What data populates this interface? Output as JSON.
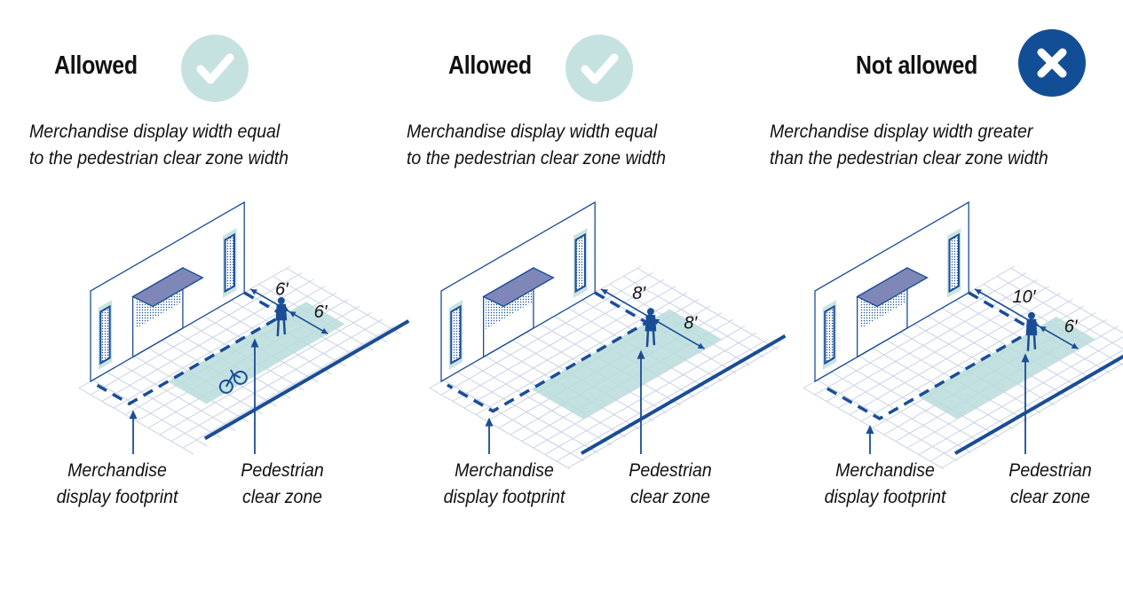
{
  "colors": {
    "primary": "#1a4d96",
    "allowed_badge": "#c6e2e0",
    "not_allowed_badge": "#124e96",
    "clear_zone": "#b9dcdb",
    "grid": "#c8d2e4"
  },
  "panels": [
    {
      "status": "Allowed",
      "status_icon": "check-icon",
      "description_line1": "Merchandise display width equal",
      "description_line2": "to the pedestrian clear zone width",
      "display_width_ft": 6,
      "clear_zone_ft": 6,
      "display_label": "6′",
      "clear_label": "6′",
      "footprint_label_1": "Merchandise",
      "footprint_label_2": "display footprint",
      "clear_label_1": "Pedestrian",
      "clear_label_2": "clear zone",
      "bike": true
    },
    {
      "status": "Allowed",
      "status_icon": "check-icon",
      "description_line1": "Merchandise display width equal",
      "description_line2": "to the pedestrian clear zone width",
      "display_width_ft": 8,
      "clear_zone_ft": 8,
      "display_label": "8′",
      "clear_label": "8′",
      "footprint_label_1": "Merchandise",
      "footprint_label_2": "display footprint",
      "clear_label_1": "Pedestrian",
      "clear_label_2": "clear zone",
      "bike": false
    },
    {
      "status": "Not allowed",
      "status_icon": "x-icon",
      "description_line1": "Merchandise display width greater",
      "description_line2": "than the pedestrian clear zone width",
      "display_width_ft": 10,
      "clear_zone_ft": 6,
      "display_label": "10′",
      "clear_label": "6′",
      "footprint_label_1": "Merchandise",
      "footprint_label_2": "display footprint",
      "clear_label_1": "Pedestrian",
      "clear_label_2": "clear zone",
      "bike": false
    }
  ]
}
